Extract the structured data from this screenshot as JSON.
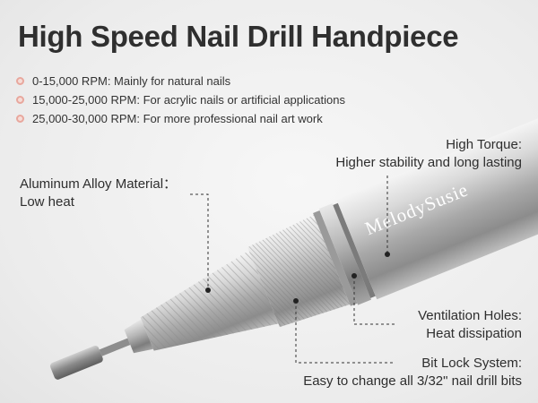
{
  "title": "High Speed Nail Drill Handpiece",
  "rpm_modes": [
    "0-15,000 RPM: Mainly for natural nails",
    "15,000-25,000 RPM: For acrylic nails or artificial applications",
    "25,000-30,000 RPM: For more professional nail art work"
  ],
  "brand": "MelodySusie",
  "features": {
    "torque": {
      "title": "High Torque:",
      "desc": "Higher stability and long lasting"
    },
    "aluminum": {
      "title": "Aluminum Alloy Material：",
      "desc": "Low heat"
    },
    "ventilation": {
      "title": "Ventilation Holes:",
      "desc": "Heat dissipation"
    },
    "bitlock": {
      "title": "Bit Lock System:",
      "desc": "Easy to change all 3/32\" nail drill bits"
    }
  },
  "colors": {
    "accent": "#e8a79d",
    "text": "#2f2f2f",
    "metal": "#b9b9b9"
  }
}
